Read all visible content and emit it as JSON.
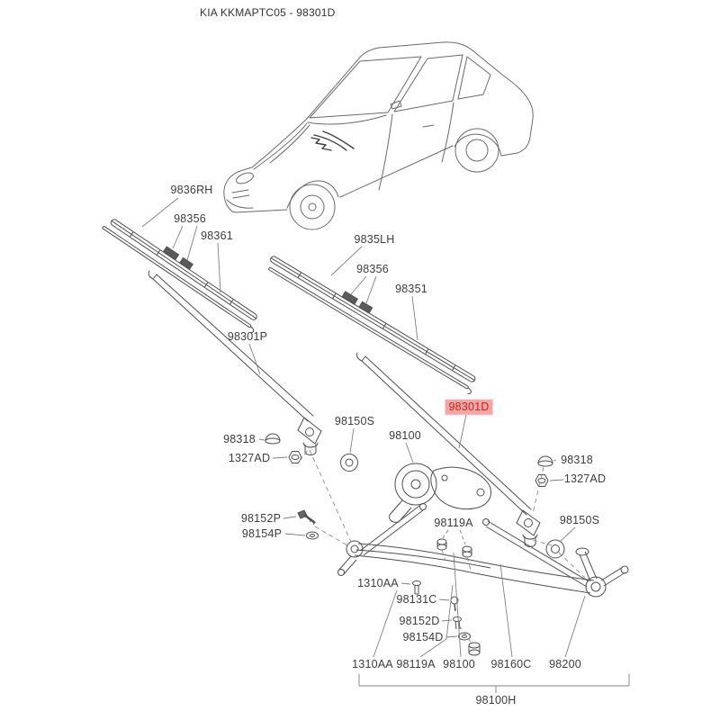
{
  "header": {
    "title": "KIA KKMAPTC05 - 98301D"
  },
  "theme": {
    "highlight_bg": "#f4a6a4",
    "highlight_fg": "#cc2222",
    "line_color": "#4f4f4f"
  },
  "selection": {
    "highlighted_callout": "98301D"
  },
  "callouts": {
    "blade_rh": "9836RH",
    "clip_rh": "98356",
    "refill_rh": "98361",
    "blade_lh": "9835LH",
    "clip_lh": "98356",
    "refill_lh": "98351",
    "arm_driver": "98301P",
    "arm_passenger": "98301D",
    "washer_left": "98150S",
    "motor": "98100",
    "cap_left": "98318",
    "nut_left": "1327AD",
    "cap_right": "98318",
    "nut_right": "1327AD",
    "bolt_152p": "98152P",
    "washer_154p": "98154P",
    "grommet": "98119A",
    "washer_right": "98150S",
    "bolt_1310aa": "1310AA",
    "screw_98131c": "98131C",
    "bolt_152d": "98152D",
    "washer_154d": "98154D",
    "row_1310aa": "1310AA",
    "row_98119a": "98119A",
    "row_98100": "98100",
    "row_98160c": "98160C",
    "row_98200": "98200",
    "assembly_98100h": "98100H"
  }
}
